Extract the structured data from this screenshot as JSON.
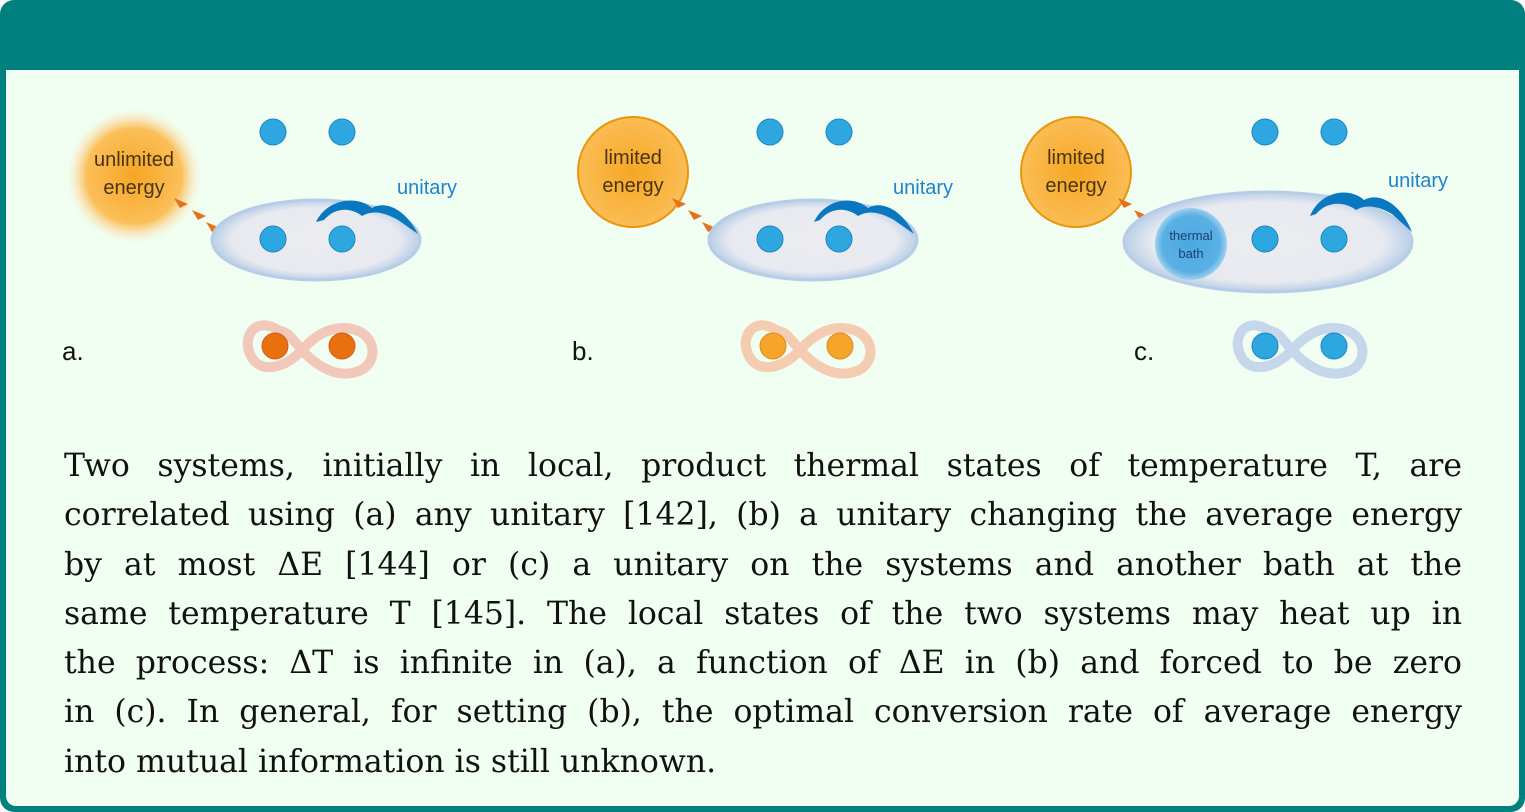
{
  "colors": {
    "frame": "#007f7f",
    "background": "#f0fff2",
    "qubit_blue": "#2ea6df",
    "unitary_blue": "#0a78c0",
    "energy_orange": "#f6a623",
    "arrow_orange": "#e8701a",
    "correlated_a": "#e8700f",
    "correlated_b": "#f5a62a",
    "correlated_c": "#2ea6df"
  },
  "header": {
    "title": ""
  },
  "figure": {
    "panels": [
      {
        "id": "a",
        "label": "a.",
        "energy_line1": "unlimited",
        "energy_line2": "energy",
        "unitary_label": "unitary",
        "bath_line1": "",
        "bath_line2": ""
      },
      {
        "id": "b",
        "label": "b.",
        "energy_line1": "limited",
        "energy_line2": "energy",
        "unitary_label": "unitary",
        "bath_line1": "",
        "bath_line2": ""
      },
      {
        "id": "c",
        "label": "c.",
        "energy_line1": "limited",
        "energy_line2": "energy",
        "unitary_label": "unitary",
        "bath_line1": "thermal",
        "bath_line2": "bath"
      }
    ]
  },
  "caption": {
    "lines": [
      "Two systems, initially in local, product thermal states of temperature T, are",
      "correlated using (a) any unitary [142], (b) a unitary changing the average energy",
      "by at most ΔE [144] or (c) a unitary on the systems and another bath at the",
      "same temperature T [145]. The local states of the two systems may heat up in",
      "the process: ΔT is infinite in (a), a function of ΔE in (b) and forced to be zero",
      "in (c). In general, for setting (b), the optimal conversion rate of average energy",
      "into mutual information is still unknown."
    ]
  }
}
